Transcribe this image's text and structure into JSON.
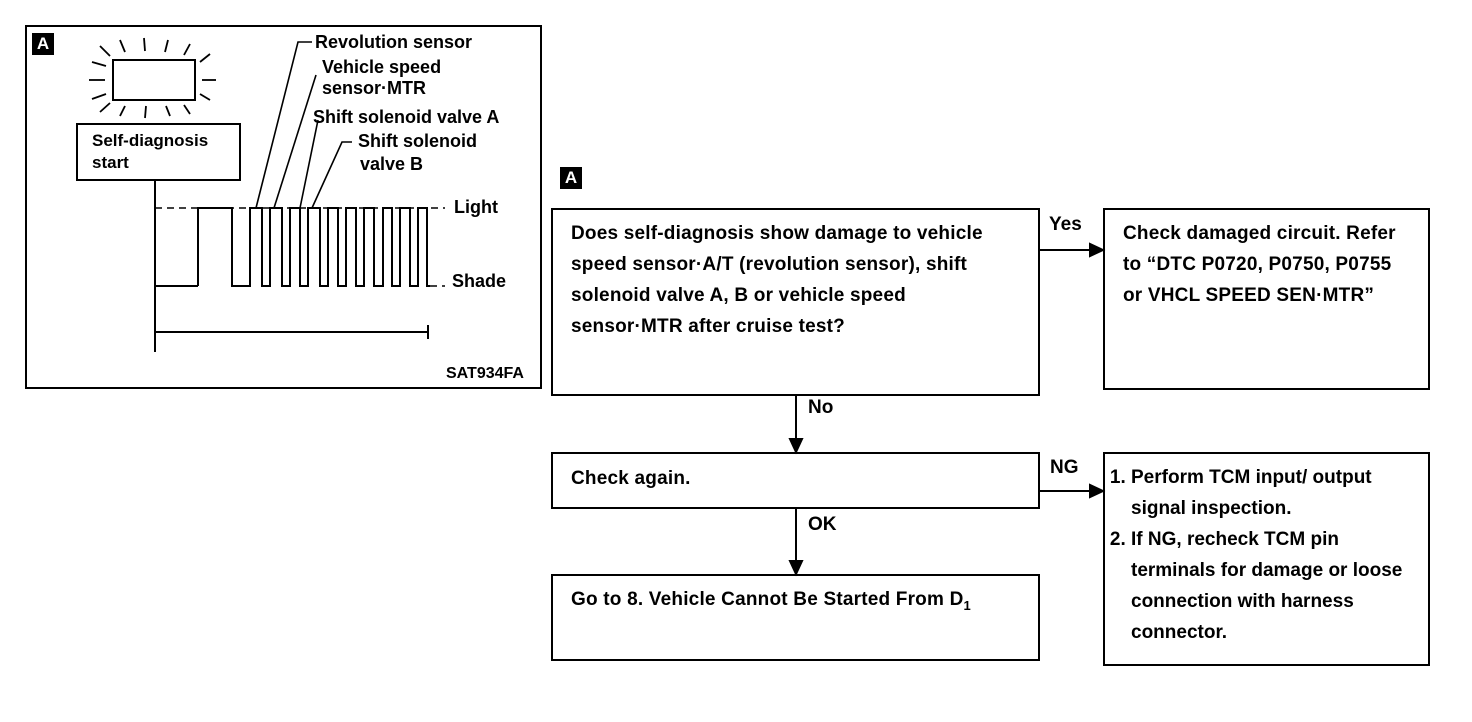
{
  "figure": {
    "tag": "A",
    "display_box_label": [
      "Self-diagnosis",
      "start"
    ],
    "labels": {
      "revolution_sensor": "Revolution sensor",
      "vehicle_speed_sensor": [
        "Vehicle speed",
        "sensor·MTR"
      ],
      "shift_solenoid_a": "Shift solenoid valve A",
      "shift_solenoid_b": [
        "Shift solenoid",
        "valve B"
      ],
      "light": "Light",
      "shade": "Shade"
    },
    "code": "SAT934FA"
  },
  "flowchart": {
    "tag": "A",
    "question": "Does self-diagnosis show damage to vehicle speed sensor·A/T (revolution sensor), shift solenoid valve A, B or vehicle speed sensor·MTR after cruise test?",
    "yes_label": "Yes",
    "yes_action": "Check damaged circuit. Refer to “DTC P0720, P0750, P0755 or VHCL SPEED SEN·MTR”",
    "no_label": "No",
    "check_again": "Check again.",
    "ng_label": "NG",
    "ng_actions": [
      "Perform TCM input/ output signal inspection.",
      "If NG, recheck TCM pin terminals for damage or loose connection with harness connector."
    ],
    "ok_label": "OK",
    "goto_text": "Go to 8. Vehicle Cannot Be Started From D",
    "goto_subscript": "1"
  }
}
